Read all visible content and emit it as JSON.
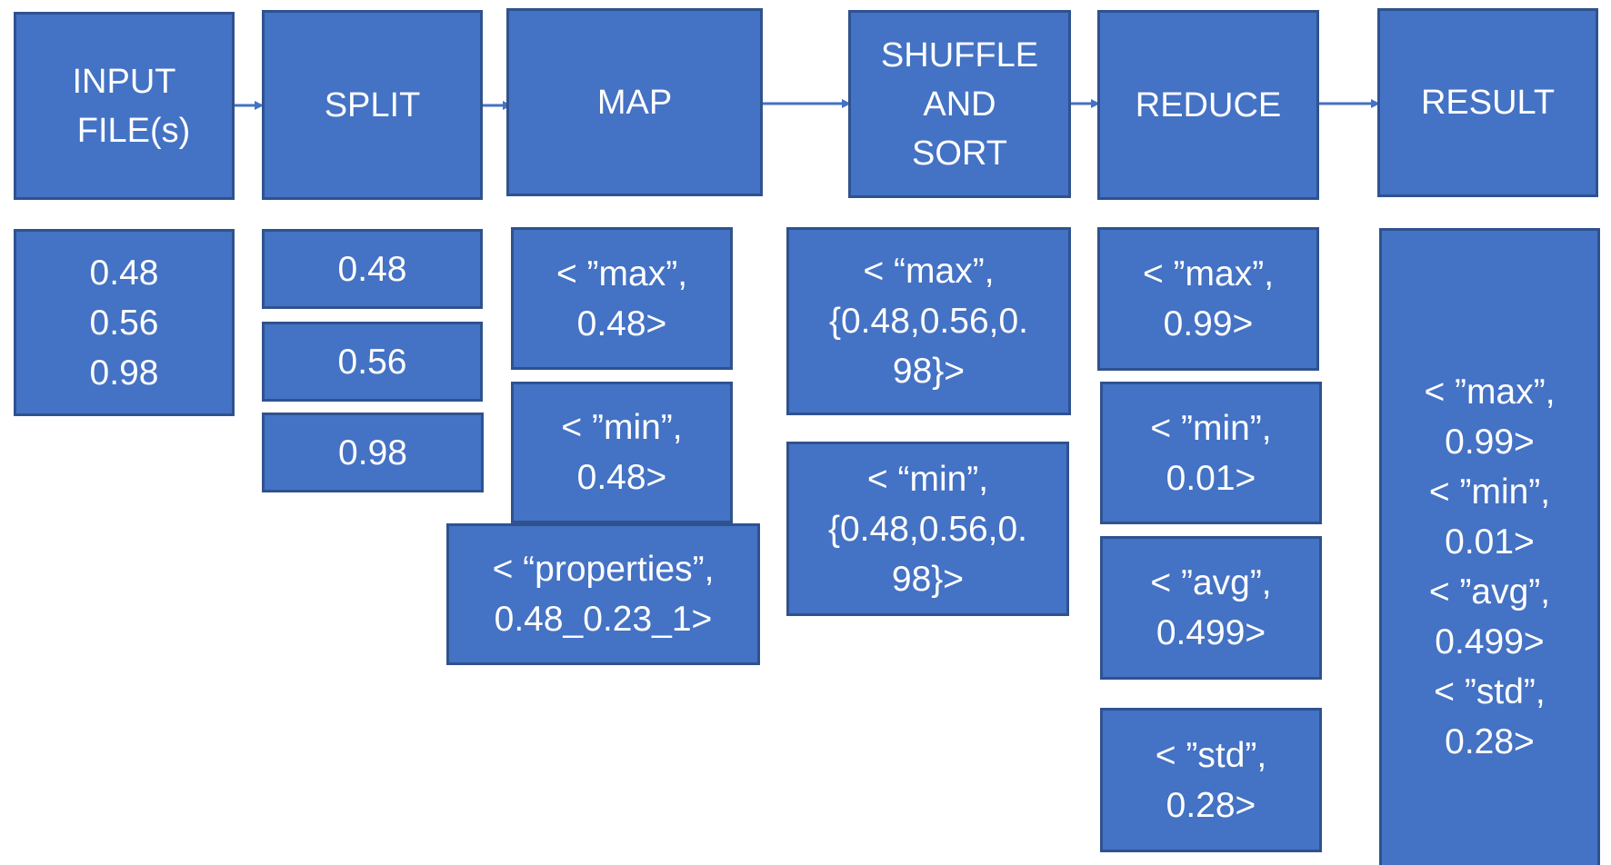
{
  "colors": {
    "box_fill": "#4472c4",
    "box_border": "#2f528f",
    "text": "#ffffff",
    "arrow": "#4472c4"
  },
  "stages": {
    "input": "INPUT\n  FILE(s)",
    "split": "SPLIT",
    "map": "MAP",
    "shuffle": "SHUFFLE\nAND\nSORT",
    "reduce": "REDUCE",
    "result": "RESULT"
  },
  "input_values": "0.48\n0.56\n0.98",
  "split_values": [
    "0.48",
    "0.56",
    "0.98"
  ],
  "map_values": [
    "< ”max”,\n0.48>",
    "< ”min”,\n0.48>",
    "< “properties”,\n0.48_0.23_1>"
  ],
  "shuffle_values": [
    "< “max”,\n{0.48,0.56,0.\n98}>",
    "< “min”,\n{0.48,0.56,0.\n98}>"
  ],
  "reduce_values": [
    "< ”max”,\n0.99>",
    "< ”min”,\n0.01>",
    "< ”avg”,\n0.499>",
    "< ”std”,\n0.28>"
  ],
  "result_value": "< ”max”,\n0.99>\n< ”min”,\n0.01>\n< ”avg”,\n0.499>\n< ”std”,\n0.28>"
}
